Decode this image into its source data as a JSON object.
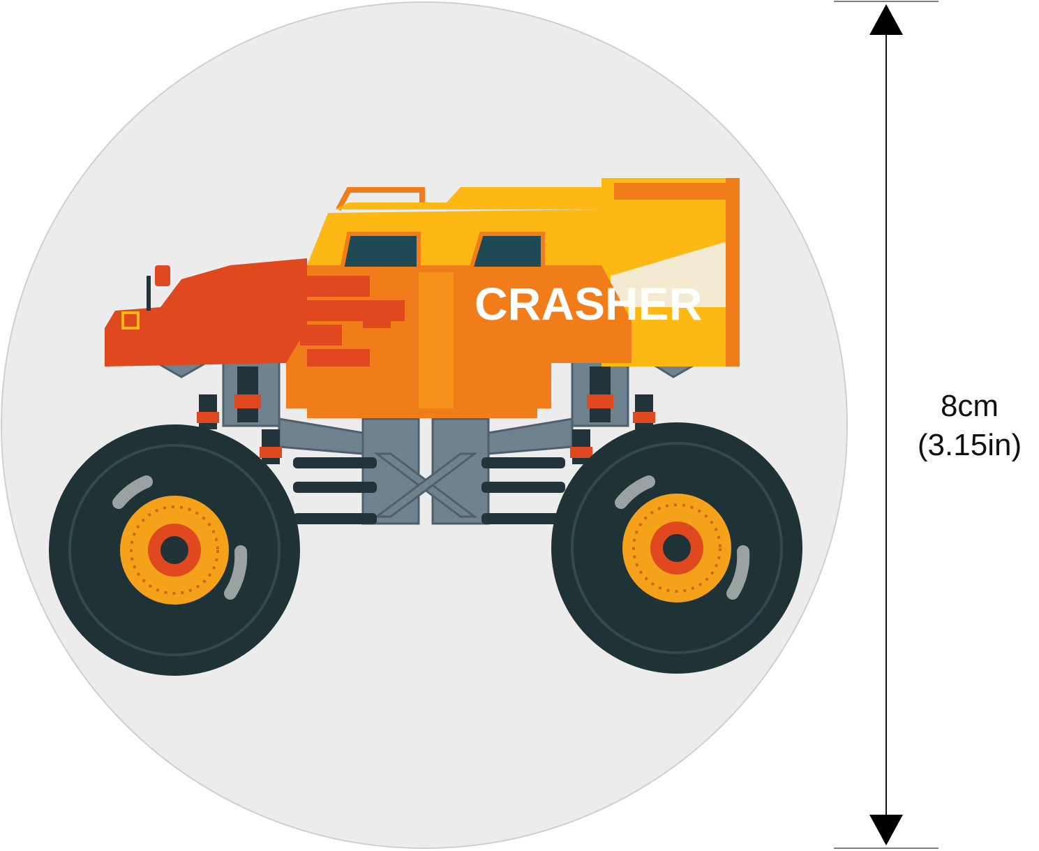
{
  "sticker": {
    "brand_text": "CRASHER",
    "background_color": "#ececec",
    "body_color": "#fdb813",
    "accent_color": "#f07d1a",
    "flame_color": "#e0481f",
    "tire_color": "#1f3336",
    "rim_color": "#f5a21b",
    "frame_color": "#6e8290",
    "window_color": "#1f4a55"
  },
  "dimension": {
    "length_metric": "8cm",
    "length_imperial": "(3.15in)"
  }
}
